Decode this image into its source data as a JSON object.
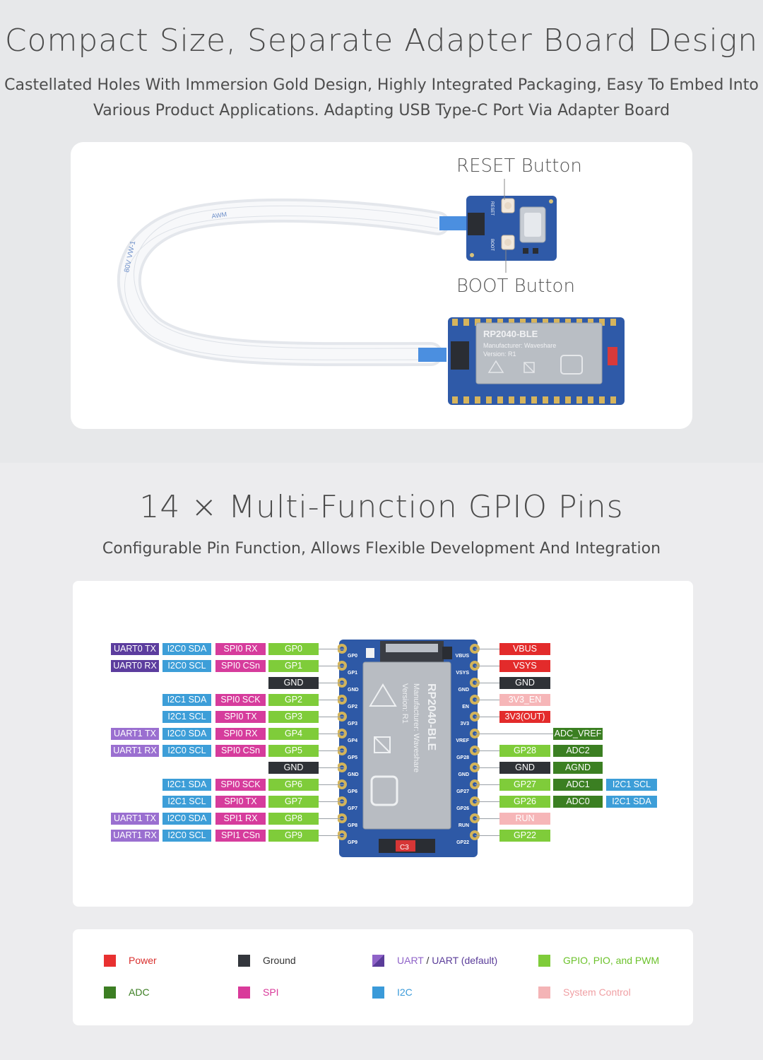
{
  "section1": {
    "title": "Compact Size, Separate Adapter Board Design",
    "subtitle_line1": "Castellated Holes With Immersion Gold Design, Highly Integrated Packaging, Easy To Embed Into",
    "subtitle_line2": "Various Product Applications. Adapting USB Type-C Port Via Adapter Board",
    "callout_reset": "RESET Button",
    "callout_boot": "BOOT Button",
    "cable_print": "80V VW-1",
    "cable_print2": "AWM",
    "adapter_reset": "RESET",
    "adapter_boot": "BOOT",
    "module_name": "RP2040-BLE",
    "module_manufacturer": "Manufacturer: Waveshare",
    "module_version": "Version: R1"
  },
  "section2": {
    "title": "14 × Multi-Function GPIO Pins",
    "subtitle": "Configurable Pin Function, Allows Flexible Development And Integration"
  },
  "pinout": {
    "left": [
      {
        "uart": "UART0 TX",
        "i2c": "I2C0 SDA",
        "spi": "SPI0 RX",
        "gpio": "GP0",
        "uart_default": true
      },
      {
        "uart": "UART0 RX",
        "i2c": "I2C0 SCL",
        "spi": "SPI0 CSn",
        "gpio": "GP1",
        "uart_default": true
      },
      {
        "gpio": "GND",
        "ground": true
      },
      {
        "i2c": "I2C1 SDA",
        "spi": "SPI0 SCK",
        "gpio": "GP2"
      },
      {
        "i2c": "I2C1 SCL",
        "spi": "SPI0 TX",
        "gpio": "GP3"
      },
      {
        "uart": "UART1 TX",
        "i2c": "I2C0 SDA",
        "spi": "SPI0 RX",
        "gpio": "GP4"
      },
      {
        "uart": "UART1 RX",
        "i2c": "I2C0 SCL",
        "spi": "SPI0 CSn",
        "gpio": "GP5"
      },
      {
        "gpio": "GND",
        "ground": true
      },
      {
        "i2c": "I2C1 SDA",
        "spi": "SPI0 SCK",
        "gpio": "GP6"
      },
      {
        "i2c": "I2C1 SCL",
        "spi": "SPI0 TX",
        "gpio": "GP7"
      },
      {
        "uart": "UART1 TX",
        "i2c": "I2C0 SDA",
        "spi": "SPI1 RX",
        "gpio": "GP8"
      },
      {
        "uart": "UART1 RX",
        "i2c": "I2C0 SCL",
        "spi": "SPI1 CSn",
        "gpio": "GP9"
      }
    ],
    "right": [
      {
        "label": "VBUS",
        "kind": "power"
      },
      {
        "label": "VSYS",
        "kind": "power"
      },
      {
        "label": "GND",
        "kind": "ground"
      },
      {
        "label": "3V3_EN",
        "kind": "system"
      },
      {
        "label": "3V3(OUT)",
        "kind": "power"
      },
      {
        "label": "",
        "kind": "none",
        "adc": "ADC_VREF"
      },
      {
        "label": "GP28",
        "kind": "gpio",
        "adc": "ADC2"
      },
      {
        "label": "GND",
        "kind": "ground",
        "adc": "AGND"
      },
      {
        "label": "GP27",
        "kind": "gpio",
        "adc": "ADC1",
        "i2c": "I2C1 SCL"
      },
      {
        "label": "GP26",
        "kind": "gpio",
        "adc": "ADC0",
        "i2c": "I2C1 SDA"
      },
      {
        "label": "RUN",
        "kind": "system"
      },
      {
        "label": "GP22",
        "kind": "gpio"
      }
    ],
    "board_left_pins": [
      "GP0",
      "GP1",
      "GND",
      "GP2",
      "GP3",
      "GP4",
      "GP5",
      "GND",
      "GP6",
      "GP7",
      "GP8",
      "GP9"
    ],
    "board_right_pins": [
      "VBUS",
      "VSYS",
      "GND",
      "EN",
      "3V3",
      "VREF",
      "GP28",
      "GND",
      "GP27",
      "GP26",
      "RUN",
      "GP22"
    ],
    "board_label": "RP2040-BLE",
    "board_manufacturer": "Manufacturer: Waveshare",
    "board_version": "Version: R1",
    "board_mark": "C3"
  },
  "legend": [
    {
      "label": "Power",
      "color": "#e83030",
      "text_color": "#d9302e"
    },
    {
      "label": "Ground",
      "color": "#33363c",
      "text_color": "#333333"
    },
    {
      "label": "UART",
      "label2": "UART (default)",
      "color": "#8f63c8",
      "color2": "#5a3c99",
      "text_color": "#8f63c8",
      "text_color2": "#5a3c99"
    },
    {
      "label": "GPIO, PIO, and PWM",
      "color": "#7fcc3a",
      "text_color": "#6cc22b"
    },
    {
      "label": "ADC",
      "color": "#3c7e23",
      "text_color": "#3c7e23"
    },
    {
      "label": "SPI",
      "color": "#d93a9a",
      "text_color": "#d93a9a"
    },
    {
      "label": "I2C",
      "color": "#3a9ad9",
      "text_color": "#3a9ad9"
    },
    {
      "label": "System Control",
      "color": "#f4b4b6",
      "text_color": "#f0a0a4"
    }
  ],
  "colors": {
    "power": "#e32b2b",
    "ground": "#2f3237",
    "uart": "#9a6fd0",
    "uart_default": "#5c3d9e",
    "gpio": "#7fcc3a",
    "adc": "#3b7f22",
    "spi": "#d63c9c",
    "i2c": "#3d9ed8",
    "system": "#f6b6b8"
  }
}
